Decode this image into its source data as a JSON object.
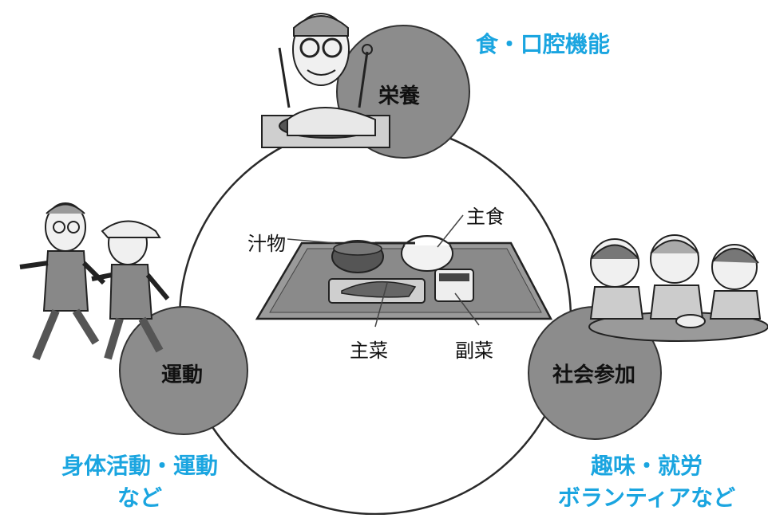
{
  "nodes": {
    "nutrition": "栄養",
    "exercise": "運動",
    "social": "社会参加"
  },
  "captions": {
    "nutrition": "食・口腔機能",
    "exercise_line1": "身体活動・運動",
    "exercise_line2": "など",
    "social_line1": "趣味・就労",
    "social_line2": "ボランティアなど"
  },
  "meal": {
    "staple": "主食",
    "soup": "汁物",
    "main_dish": "主菜",
    "side_dish": "副菜"
  },
  "colors": {
    "caption": "#1aa5e0",
    "node_fill": "#8c8c8c",
    "ring": "#2a2a2a",
    "tray": "#9a9a9a"
  }
}
